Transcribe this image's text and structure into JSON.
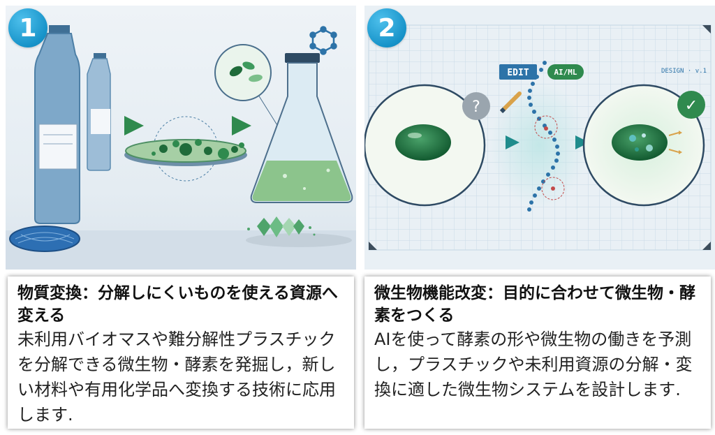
{
  "panel1": {
    "number": "1",
    "title": "物質変換：分解しにくいものを使える資源へ変える",
    "description": "未利用バイオマスや難分解性プラスチックを分解できる微生物・酵素を発掘し，新しい材料や有用化学品へ変換する技術に応用します."
  },
  "panel2": {
    "number": "2",
    "title": "微生物機能改変：目的に合わせて微生物・酵素をつくる",
    "description": "AIを使って酵素の形や微生物の働きを予測し，プラスチックや未利用資源の分解・変換に適した微生物システムを設計します.",
    "edit_label": "EDIT",
    "aiml_label": "AI/ML",
    "design_label": "DESIGN · v.1",
    "question_mark": "?",
    "check_mark": "✓"
  },
  "colors": {
    "badge": "#1793c9",
    "arrow_green": "#2f8a4e",
    "arrow_teal": "#1f8c8c",
    "edit_blue": "#2d73a8",
    "aiml_green": "#2f8a4e"
  }
}
